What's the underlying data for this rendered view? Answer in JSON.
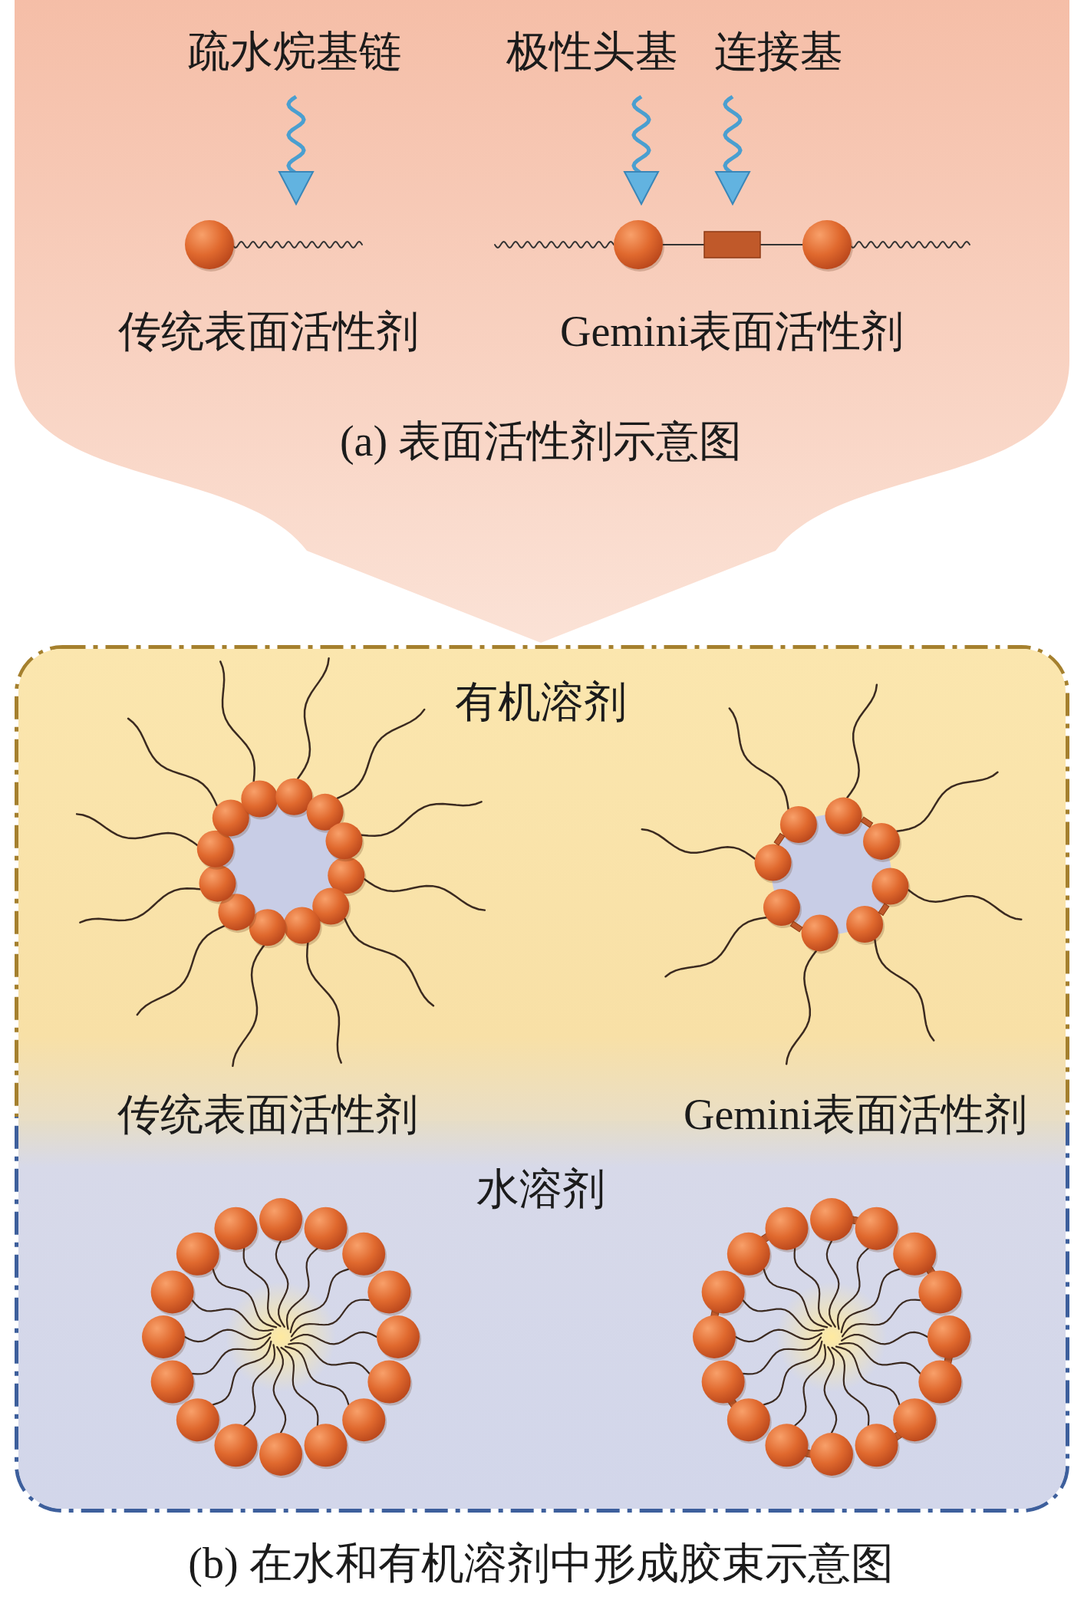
{
  "diagram": {
    "nodes": [
      {
        "text": [
          "(a) 表面活性剂示意图"
        ]
      },
      {
        "text": [
          "(b) 在水和有机溶剂中形成胶束示意图"
        ]
      },
      {
        "text": [
          "有机溶剂"
        ],
        "in": 1
      },
      {
        "text": [
          "水溶剂"
        ],
        "in": 1
      }
    ],
    "labels": [
      "疏水烷基链",
      "极性头基",
      "连接基",
      "传统表面活性剂",
      "Gemini表面活性剂",
      "传统表面活性剂",
      "Gemini表面活性剂"
    ]
  }
}
